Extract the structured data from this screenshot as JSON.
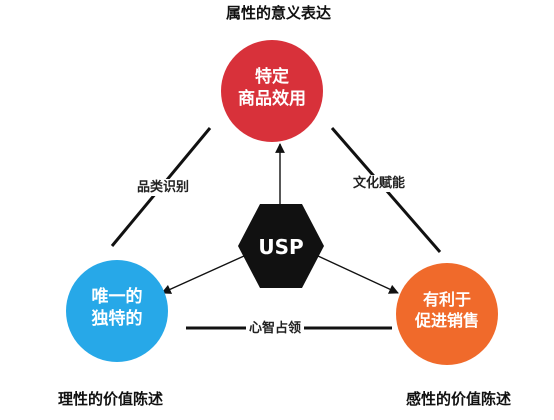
{
  "colors": {
    "top_node": "#d8313a",
    "left_node": "#27a8e8",
    "right_node": "#f06a2b",
    "center_node": "#111111",
    "connector": "#111111",
    "node_text": "#ffffff"
  },
  "top_caption": "属性的意义表达",
  "left_caption": "理性的价值陈述",
  "right_caption": "感性的价值陈述",
  "top_node": {
    "line1": "特定",
    "line2": "商品效用"
  },
  "left_node": {
    "line1": "唯一的",
    "line2": "独特的"
  },
  "right_node": {
    "line1": "有利于",
    "line2": "促进销售"
  },
  "center_node": {
    "label": "USP"
  },
  "edges": {
    "top_left": "品类识别",
    "top_right": "文化赋能",
    "bottom": "心智占领"
  }
}
